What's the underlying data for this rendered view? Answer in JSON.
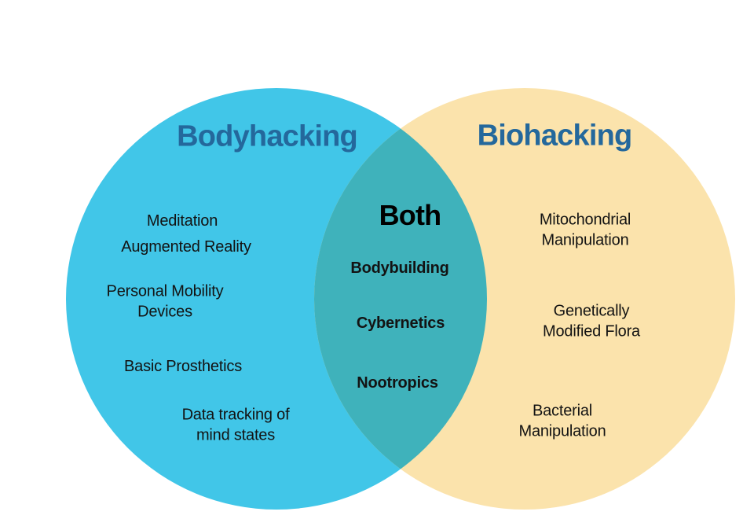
{
  "colors": {
    "left_circle": "#41C6E8",
    "right_circle": "#FBE3AC",
    "overlap": "#3FB2BB",
    "title_blue": "#24689C",
    "item_text": "#131313",
    "background": "#FFFFFF"
  },
  "venn": {
    "type": "venn-diagram",
    "left": {
      "title": "Bodyhacking",
      "items": [
        "Meditation",
        "Augmented Reality",
        "Personal Mobility\nDevices",
        "Basic Prosthetics",
        "Data tracking of\nmind states"
      ]
    },
    "overlap": {
      "title": "Both",
      "items": [
        "Bodybuilding",
        "Cybernetics",
        "Nootropics"
      ]
    },
    "right": {
      "title": "Biohacking",
      "items": [
        "Mitochondrial\nManipulation",
        "Genetically\nModified Flora",
        "Bacterial\nManipulation"
      ]
    }
  }
}
